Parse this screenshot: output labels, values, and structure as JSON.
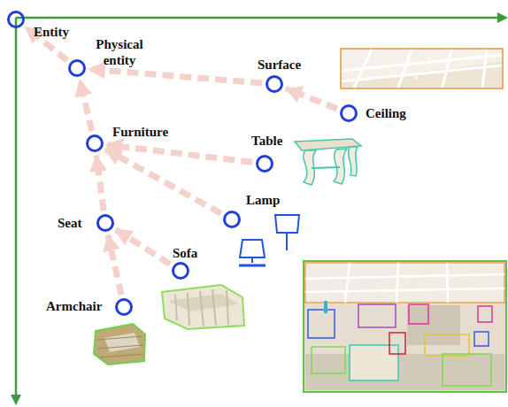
{
  "diagram": {
    "nodes": [
      {
        "text": [
          "Entity"
        ]
      },
      {
        "text": [
          "Physical entity"
        ]
      },
      {
        "text": [
          "Surface"
        ]
      },
      {
        "text": [
          "Ceiling"
        ]
      },
      {
        "text": [
          "Furniture"
        ]
      },
      {
        "text": [
          "Table"
        ]
      },
      {
        "text": [
          "Lamp"
        ]
      },
      {
        "text": [
          "Seat"
        ]
      },
      {
        "text": [
          "Sofa"
        ]
      },
      {
        "text": [
          "Armchair"
        ]
      }
    ],
    "edges": [
      {
        "from": 1,
        "to": 0,
        "arrow": "to"
      },
      {
        "from": 2,
        "to": 1,
        "arrow": "to"
      },
      {
        "from": 3,
        "to": 2,
        "arrow": "to"
      },
      {
        "from": 4,
        "to": 1,
        "arrow": "to"
      },
      {
        "from": 5,
        "to": 4,
        "arrow": "to"
      },
      {
        "from": 6,
        "to": 4,
        "arrow": "to"
      },
      {
        "from": 7,
        "to": 4,
        "arrow": "to"
      },
      {
        "from": 8,
        "to": 7,
        "arrow": "to"
      },
      {
        "from": 9,
        "to": 7,
        "arrow": "to"
      }
    ]
  }
}
